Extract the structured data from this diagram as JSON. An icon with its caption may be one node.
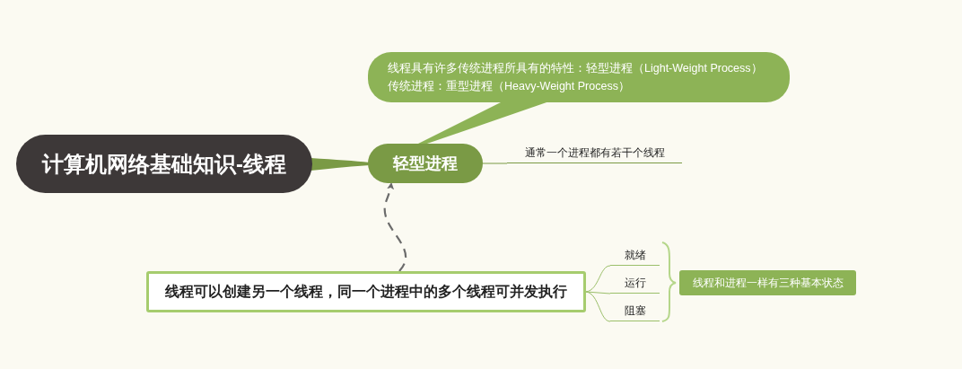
{
  "diagram": {
    "nodes": [
      {
        "text": [
          "计算机网络基础知识-线程"
        ]
      },
      {
        "text": [
          "轻型进程"
        ]
      },
      {
        "text": [
          "线程具有许多传统进程所具有的特性：轻型进程（Light-Weight Process）",
          "传统进程：重型进程（Heavy-Weight Process）"
        ]
      },
      {
        "text": [
          "通常一个进程都有若干个线程"
        ]
      },
      {
        "text": [
          "线程可以创建另一个线程，同一个进程中的多个线程可并发执行"
        ]
      },
      {
        "text": [
          "就绪"
        ]
      },
      {
        "text": [
          "运行"
        ]
      },
      {
        "text": [
          "阻塞"
        ]
      },
      {
        "text": [
          "线程和进程一样有三种基本状态"
        ]
      }
    ],
    "edges": [
      {
        "from": 0,
        "to": 1,
        "arrow": "none"
      },
      {
        "from": 1,
        "to": 2,
        "arrow": "none"
      },
      {
        "from": 1,
        "to": 3,
        "arrow": "none"
      },
      {
        "from": 4,
        "to": 1,
        "arrow": "to",
        "style": "dashed",
        "color": "#6b6b6b"
      },
      {
        "from": 4,
        "to": 5,
        "arrow": "none"
      },
      {
        "from": 4,
        "to": 6,
        "arrow": "none"
      },
      {
        "from": 4,
        "to": 7,
        "arrow": "none"
      }
    ]
  }
}
